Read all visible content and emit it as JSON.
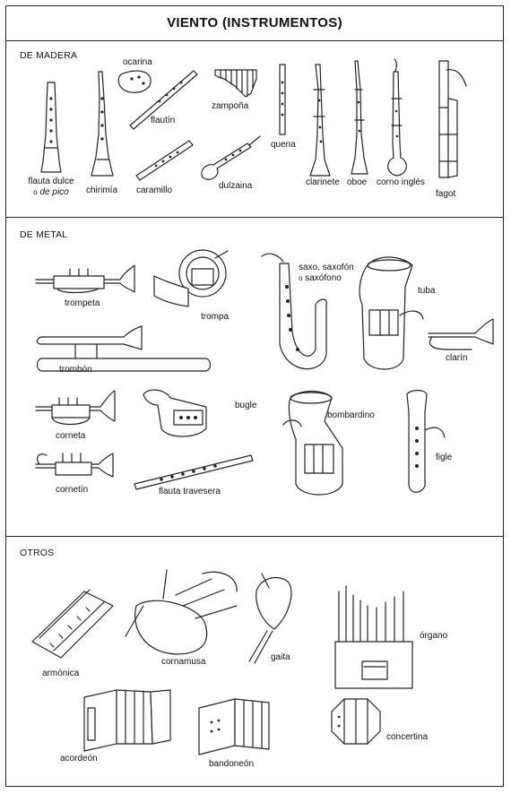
{
  "title": "VIENTO (INSTRUMENTOS)",
  "sections": {
    "madera": {
      "heading": "DE MADERA",
      "items": {
        "flauta_dulce": {
          "line1": "flauta dulce",
          "line2_prefix": "o",
          "line2_italic": "de pico"
        },
        "chirimia": "chirimía",
        "ocarina": "ocarina",
        "flautin": "flautín",
        "caramillo": "caramillo",
        "zampona": "zampoña",
        "dulzaina": "dulzaina",
        "quena": "quena",
        "clarinete": "clarinete",
        "oboe": "oboe",
        "corno_ingles": "corno inglés",
        "fagot": "fagot"
      }
    },
    "metal": {
      "heading": "DE METAL",
      "items": {
        "trompeta": "trompeta",
        "trompa": "trompa",
        "saxo": {
          "line1": "saxo, saxofón",
          "line2_prefix": "o",
          "line2": "saxófono"
        },
        "tuba": "tuba",
        "trombon": "trombón",
        "clarin": "clarín",
        "corneta": "corneta",
        "bugle": "bugle",
        "bombardino": "bombardino",
        "cornetin": "cornetín",
        "flauta_travesera": "flauta travesera",
        "figle": "figle"
      }
    },
    "otros": {
      "heading": "OTROS",
      "items": {
        "armonica": "armónica",
        "cornamusa": "cornamusa",
        "gaita": "gaita",
        "organo": "órgano",
        "acordeon": "acordeón",
        "bandoneon": "bandoneón",
        "concertina": "concertina"
      }
    }
  },
  "colors": {
    "ink": "#222222",
    "paper": "#ffffff"
  }
}
